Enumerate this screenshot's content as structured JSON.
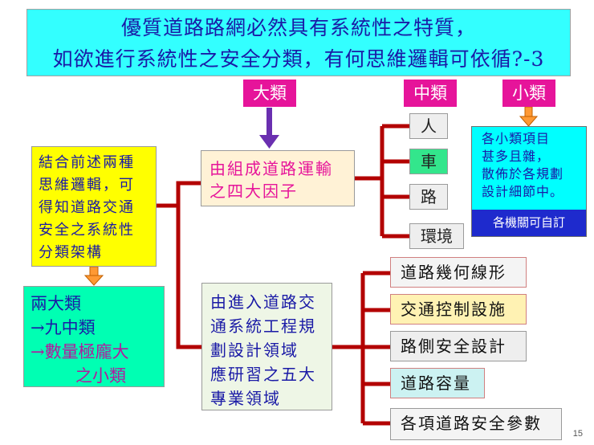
{
  "title": {
    "line1": "優質道路路網必然具有系統性之特質，",
    "line2": "如欲進行系統性之安全分類，有何思維邏輯可依循?-3"
  },
  "tags": {
    "big": "大類",
    "mid": "中類",
    "small": "小類"
  },
  "left_box": {
    "lines": [
      "結合前述兩種",
      "思維邏輯，可",
      "得知道路交通",
      "安全之系統性",
      "分類架構"
    ]
  },
  "result_box": {
    "lines": [
      "兩大類",
      "→九中類",
      "→數量極龐大",
      "之小類"
    ]
  },
  "factor_box_1": {
    "lines": [
      "由組成道路運輸",
      "之四大因子"
    ]
  },
  "factor_box_2": {
    "lines": [
      "由進入道路交",
      "通系統工程規",
      "劃設計領域",
      "應研習之五大",
      "專業領域"
    ]
  },
  "factors": [
    "人",
    "車",
    "路",
    "環境"
  ],
  "domains": [
    "道路幾何線形",
    "交通控制設施",
    "路側安全設計",
    "道路容量",
    "各項道路安全參數"
  ],
  "small_note": {
    "lines": [
      "各小類項目",
      "甚多且雜，",
      "散佈於各規劃",
      "設計細節中。"
    ],
    "footer": "各機關可自訂"
  },
  "page_number": "15",
  "colors": {
    "title_bg": "#33ffff",
    "tag_bg": "#e6149a",
    "connector": "#b30000",
    "arrow_purple": "#6a2fb0",
    "arrow_orange": "#ff9933",
    "left_bg": "#ffff00",
    "result_bg": "#00ffb3"
  }
}
